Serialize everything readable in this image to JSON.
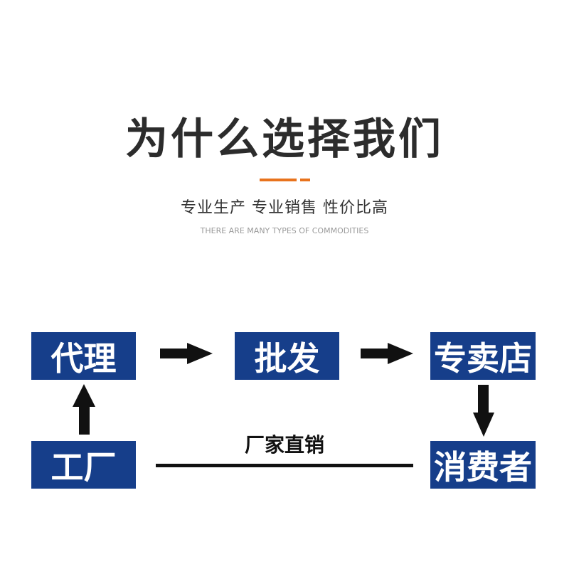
{
  "header": {
    "title": "为什么选择我们",
    "subtitle": "专业生产 专业销售 性价比高",
    "subtitle_en": "THERE ARE MANY TYPES OF COMMODITIES",
    "accent_color": "#e8731d"
  },
  "flow": {
    "node_color": "#163e8a",
    "nodes": {
      "agent": "代理",
      "wholesale": "批发",
      "store": "专卖店",
      "factory": "工厂",
      "consumer": "消费者"
    },
    "direct_label": "厂家直销"
  }
}
